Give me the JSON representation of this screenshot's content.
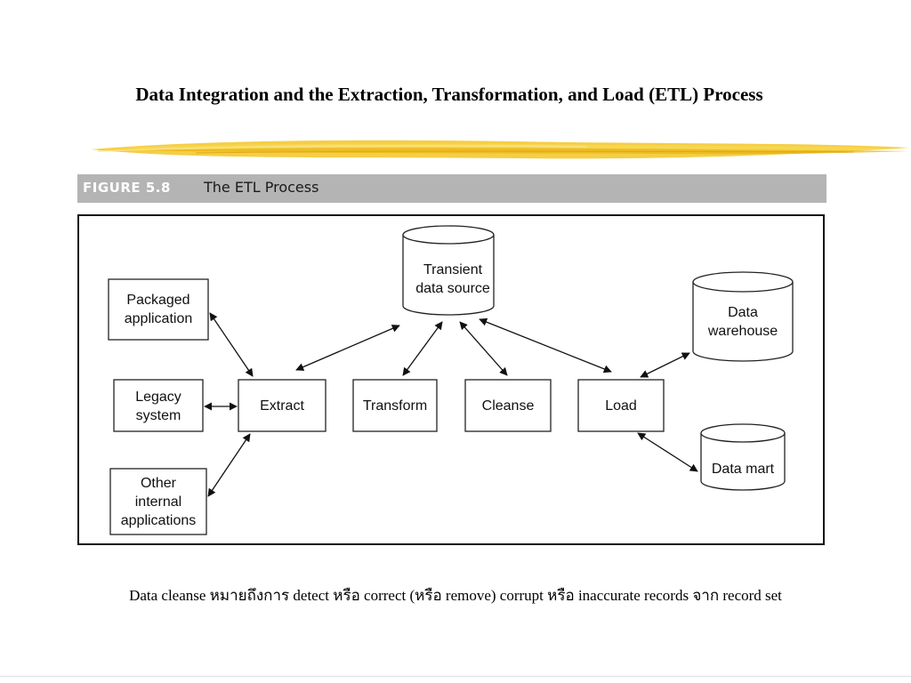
{
  "slide": {
    "title": "Data Integration and the Extraction, Transformation, and Load (ETL) Process",
    "caption": "Data cleanse หมายถึงการ detect หรือ correct (หรือ remove) corrupt หรือ inaccurate records จาก record set"
  },
  "figure": {
    "number": "FIGURE 5.8",
    "title": "The ETL Process"
  },
  "diagram": {
    "sources": [
      {
        "lines": [
          "Packaged",
          "application"
        ]
      },
      {
        "lines": [
          "Legacy",
          "system"
        ]
      },
      {
        "lines": [
          "Other",
          "internal",
          "applications"
        ]
      }
    ],
    "process": [
      "Extract",
      "Transform",
      "Cleanse",
      "Load"
    ],
    "transient": {
      "lines": [
        "Transient",
        "data source"
      ]
    },
    "targets": [
      {
        "lines": [
          "Data",
          "warehouse"
        ]
      },
      {
        "lines": [
          "Data mart"
        ]
      }
    ]
  },
  "colors": {
    "figure_header_bg": "#b4b4b4",
    "brush_stroke": "#f2c21b"
  }
}
